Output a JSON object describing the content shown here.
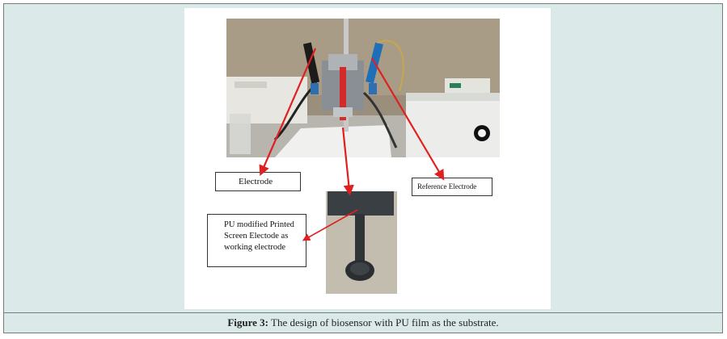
{
  "figure": {
    "labels": {
      "electrode": "Electrode",
      "reference": "Reference Electrode",
      "pu_line1": "PU modified Printed",
      "pu_line2": "Screen Electode as",
      "pu_line3": "working electrode"
    }
  },
  "caption": {
    "label": "Figure 3:",
    "text": " The design of biosensor with PU film as the substrate."
  },
  "colors": {
    "frame_bg": "#dbe9e9",
    "arrow": "#e02020"
  }
}
